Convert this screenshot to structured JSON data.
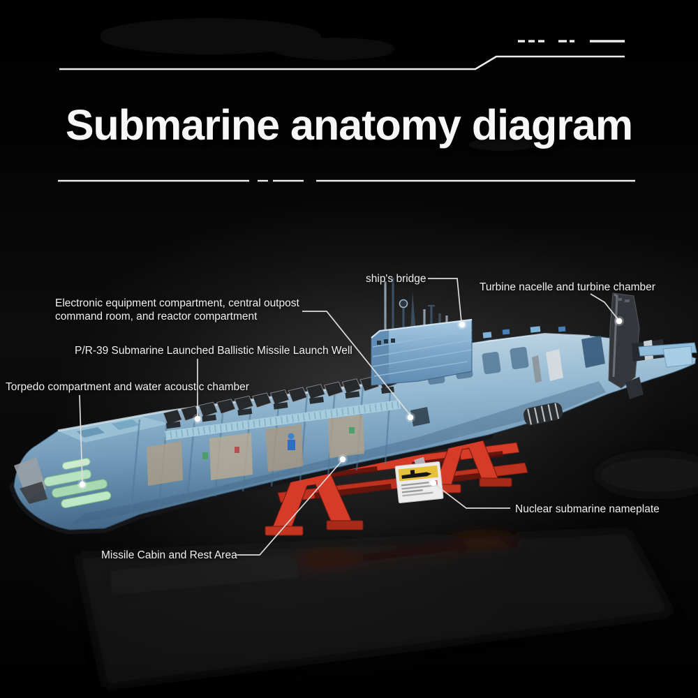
{
  "header": {
    "title": "Submarine anatomy diagram"
  },
  "callouts": {
    "ships_bridge": "ship's bridge",
    "turbine": "Turbine nacelle and turbine chamber",
    "electronic": "Electronic equipment compartment, central outpost\ncommand room, and reactor compartment",
    "missile_well": "P/R-39 Submarine Launched Ballistic Missile Launch Well",
    "torpedo": "Torpedo compartment and water acoustic chamber",
    "nameplate": "Nuclear submarine nameplate",
    "missile_cabin": "Missile Cabin and Rest Area"
  },
  "colors": {
    "text": "#f0f0f0",
    "leader_line": "#dcdcdc",
    "deco_line": "#ededed",
    "hull_light": "#cfe3f0",
    "hull_mid": "#8db4cf",
    "hull_deep": "#587f9f",
    "hatch_dark": "#26282b",
    "keel_black": "#141518",
    "stand_red": "#d63b28",
    "stand_red_dark": "#8f2015",
    "nameplate_yellow": "#e6c23a",
    "torpedo_green": "#b9e3c0",
    "stern_dark": "#34373c",
    "metal_silver": "#c9ced3"
  }
}
